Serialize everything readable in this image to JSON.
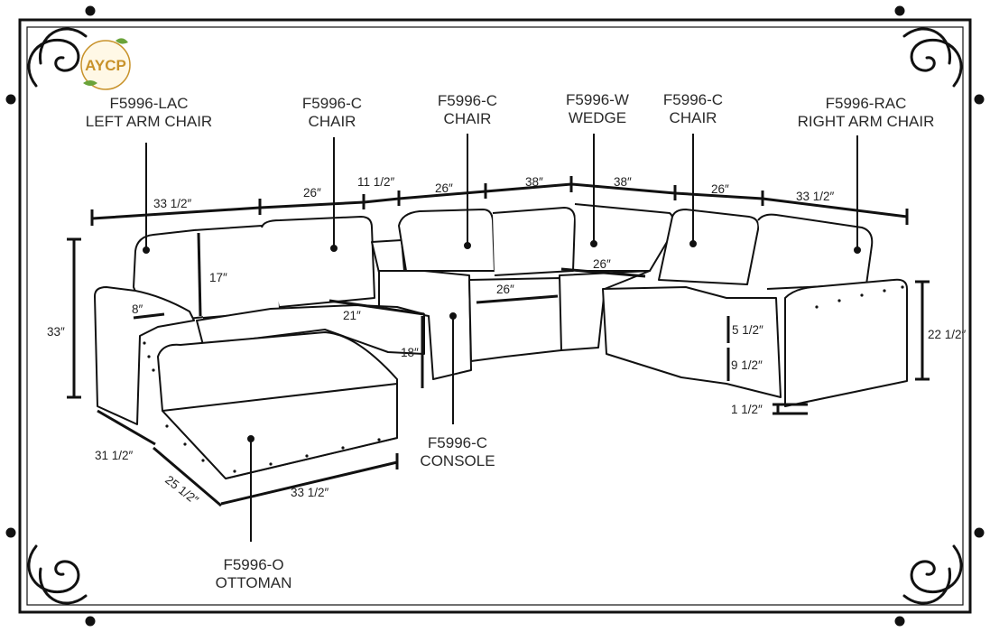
{
  "logo": {
    "text": "AYCP",
    "accent": "#c8922a",
    "leaf": "#6aa33a"
  },
  "parts": [
    {
      "code": "F5996-LAC",
      "name": "LEFT ARM CHAIR"
    },
    {
      "code": "F5996-C",
      "name": "CHAIR"
    },
    {
      "code": "F5996-C",
      "name": "CHAIR"
    },
    {
      "code": "F5996-W",
      "name": "WEDGE"
    },
    {
      "code": "F5996-C",
      "name": "CHAIR"
    },
    {
      "code": "F5996-RAC",
      "name": "RIGHT ARM CHAIR"
    },
    {
      "code": "F5996-C",
      "name": "CONSOLE"
    },
    {
      "code": "F5996-O",
      "name": "OTTOMAN"
    }
  ],
  "dimensions": {
    "top_lac": "33 1/2″",
    "top_chair1": "26″",
    "top_console": "11 1/2″",
    "top_chair2": "26″",
    "top_wedge_left": "38″",
    "top_wedge_right": "38″",
    "top_chair3": "26″",
    "top_rac": "33 1/2″",
    "total_height": "33″",
    "back_height": "17″",
    "arm_width": "8″",
    "seat_depth": "21″",
    "console_height": "18″",
    "seat_width_chair2": "26″",
    "seat_width_wedge": "26″",
    "cushion_thickness": "5 1/2″",
    "seat_height": "9 1/2″",
    "leg_height": "1 1/2″",
    "arm_height": "22 1/2″",
    "ottoman_height": "31 1/2″",
    "ottoman_depth": "25 1/2″",
    "ottoman_width": "33 1/2″"
  }
}
